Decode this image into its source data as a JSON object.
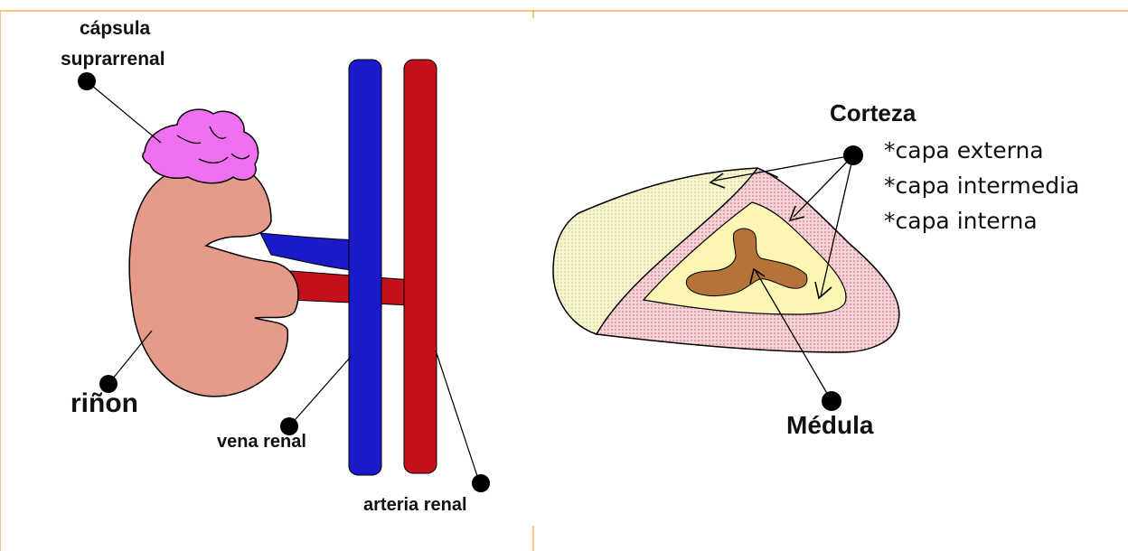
{
  "colors": {
    "frame_border": "#f2a03a",
    "kidney": "#e69a8a",
    "adrenal": "#f070f0",
    "vein": "#1a1ac8",
    "artery": "#c4101a",
    "cortex_outer": "#f5f2c8",
    "cortex_middle": "#f6cfd2",
    "cortex_inner": "#fbf6b4",
    "medulla": "#b5733a"
  },
  "left_panel": {
    "capsule_line1": "cápsula",
    "capsule_line2": "suprarrenal",
    "kidney_label": "riñon",
    "vein_label": "vena renal",
    "artery_label": "arteria renal"
  },
  "right_panel": {
    "cortex_label": "Corteza",
    "layer_outer": "*capa externa",
    "layer_middle": "*capa intermedia",
    "layer_inner": "*capa interna",
    "medulla_label": "Médula"
  }
}
